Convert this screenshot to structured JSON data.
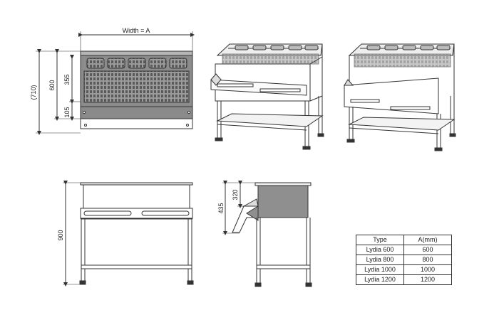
{
  "dimensions": {
    "width_label": "Width = A",
    "overall_height": "(710)",
    "front_height": "600",
    "upper_height": "355",
    "lower_height": "105",
    "side_height": "900",
    "profile_total": "435",
    "profile_upper": "320"
  },
  "table": {
    "headers": [
      "Type",
      "A(mm)"
    ],
    "rows": [
      {
        "type": "Lydia 600",
        "a": "600"
      },
      {
        "type": "Lydia 800",
        "a": "800"
      },
      {
        "type": "Lydia 1000",
        "a": "1000"
      },
      {
        "type": "Lydia 1200",
        "a": "1200"
      }
    ]
  }
}
